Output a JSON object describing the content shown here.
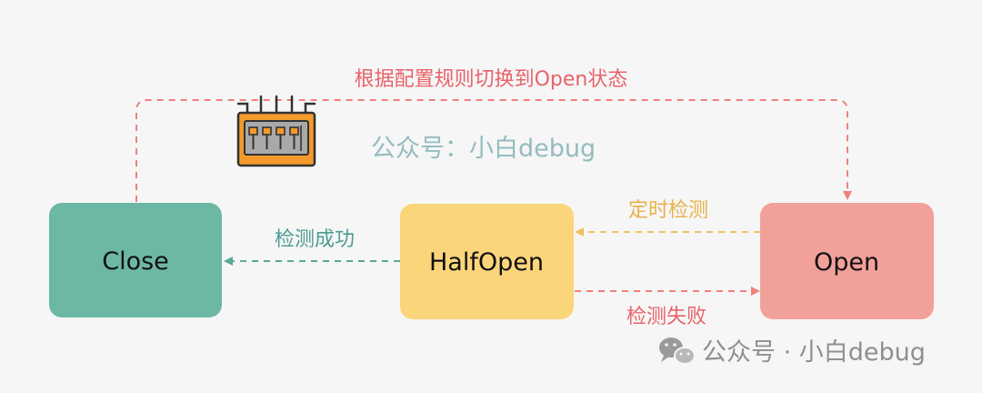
{
  "states": {
    "close": "Close",
    "half_open": "HalfOpen",
    "open": "Open"
  },
  "transitions": {
    "close_to_open": "根据配置规则切换到Open状态",
    "open_to_half_open": "定时检测",
    "half_open_to_close": "检测成功",
    "half_open_to_open": "检测失败"
  },
  "watermark": {
    "center": "公众号：小白debug",
    "bottom": "公众号 · 小白debug"
  },
  "icons": {
    "switch_panel": "circuit-breaker-panel-icon",
    "brand": "wechat-icon"
  },
  "colors": {
    "close_fill": "#6cb8a5",
    "half_open_fill": "#fbd57a",
    "open_fill": "#f2a09a",
    "red_arrow": "#f0807a",
    "orange_arrow": "#f0c060",
    "teal_arrow": "#5aa898"
  }
}
